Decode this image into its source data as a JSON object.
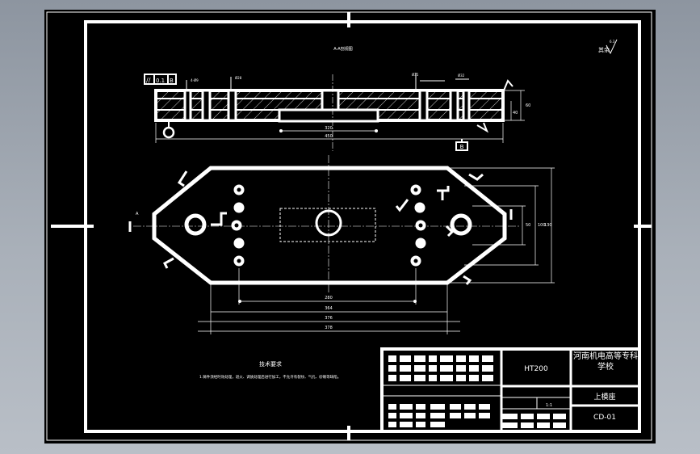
{
  "drawing": {
    "view_label": "A-A剖视图",
    "roughness_note": "其余",
    "roughness_value": "6.3",
    "tech_title": "技术要求",
    "tech_text": "1.铸件须经时效处理，退火、调质处理后进行加工，不允许有裂纹、气孔、砂眼等缺陷。",
    "section_callout": "A",
    "flatness_symbol": "//",
    "flatness_value": "0.1",
    "flatness_datum": "B",
    "datum_label": "B",
    "dims": {
      "front_320": "320",
      "front_450": "450",
      "front_h60": "60",
      "front_h40": "40",
      "plan_280": "280",
      "plan_364": "364",
      "plan_376": "376",
      "plan_378": "378",
      "plan_v50": "50",
      "plan_v100": "100",
      "plan_v130": "130"
    }
  },
  "title_block": {
    "material": "HT200",
    "school": "河南机电高等专科学校",
    "part_name": "上模座",
    "drawing_no": "CD-01",
    "scale": "1:1"
  }
}
